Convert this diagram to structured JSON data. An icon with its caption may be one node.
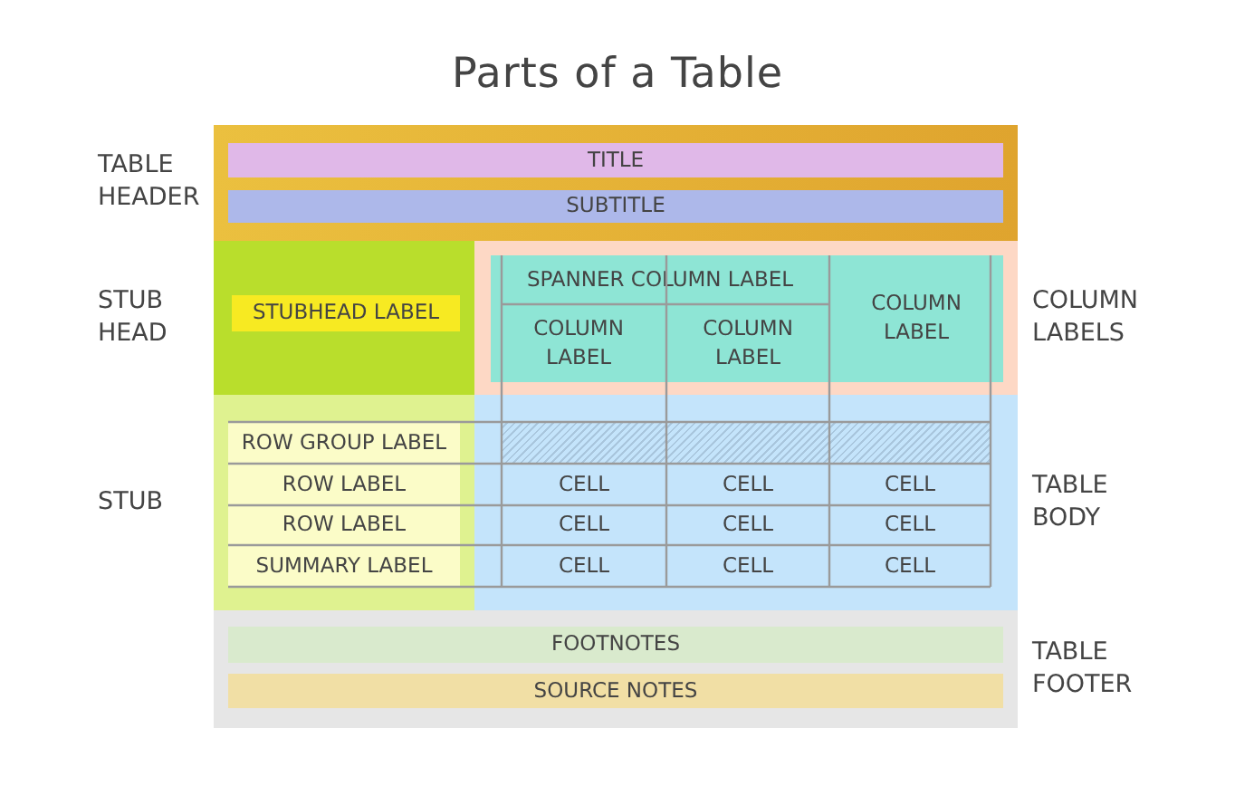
{
  "diagram": {
    "title": "Parts of a Table",
    "nodes": [
      {
        "text": [
          "TABLE HEADER"
        ]
      },
      {
        "text": [
          "TITLE"
        ],
        "in": 0
      },
      {
        "text": [
          "SUBTITLE"
        ],
        "in": 0
      },
      {
        "text": [
          "STUB HEAD"
        ]
      },
      {
        "text": [
          "STUBHEAD LABEL"
        ],
        "in": 3
      },
      {
        "text": [
          "COLUMN LABELS"
        ]
      },
      {
        "text": [
          "SPANNER COLUMN LABEL"
        ],
        "in": 5
      },
      {
        "text": [
          "COLUMN LABEL"
        ],
        "in": 5
      },
      {
        "text": [
          "COLUMN LABEL"
        ],
        "in": 5
      },
      {
        "text": [
          "COLUMN LABEL"
        ],
        "in": 5
      },
      {
        "text": [
          "STUB"
        ]
      },
      {
        "text": [
          "ROW GROUP LABEL"
        ],
        "in": 10
      },
      {
        "text": [
          "ROW LABEL"
        ],
        "in": 10
      },
      {
        "text": [
          "ROW LABEL"
        ],
        "in": 10
      },
      {
        "text": [
          "SUMMARY LABEL"
        ],
        "in": 10
      },
      {
        "text": [
          "TABLE BODY"
        ]
      },
      {
        "text": [],
        "shape": "box",
        "in": 15
      },
      {
        "text": [],
        "shape": "box",
        "in": 15
      },
      {
        "text": [],
        "shape": "box",
        "in": 15
      },
      {
        "text": [
          "CELL"
        ],
        "in": 15
      },
      {
        "text": [
          "CELL"
        ],
        "in": 15
      },
      {
        "text": [
          "CELL"
        ],
        "in": 15
      },
      {
        "text": [
          "CELL"
        ],
        "in": 15
      },
      {
        "text": [
          "CELL"
        ],
        "in": 15
      },
      {
        "text": [
          "CELL"
        ],
        "in": 15
      },
      {
        "text": [
          "CELL"
        ],
        "in": 15
      },
      {
        "text": [
          "CELL"
        ],
        "in": 15
      },
      {
        "text": [
          "CELL"
        ],
        "in": 15
      },
      {
        "text": [
          "TABLE FOOTER"
        ]
      },
      {
        "text": [
          "FOOTNOTES"
        ],
        "in": 28
      },
      {
        "text": [
          "SOURCE NOTES"
        ],
        "in": 28
      }
    ]
  }
}
